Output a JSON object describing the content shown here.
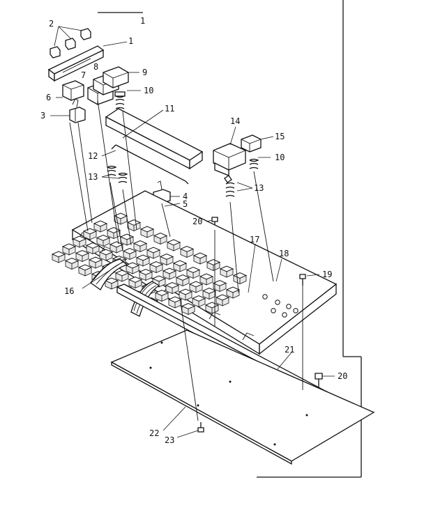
{
  "labels": [
    {
      "id": "1",
      "text": "1"
    },
    {
      "id": "1b",
      "text": "1"
    },
    {
      "id": "2",
      "text": "2"
    },
    {
      "id": "3",
      "text": "3"
    },
    {
      "id": "4",
      "text": "4"
    },
    {
      "id": "5",
      "text": "5"
    },
    {
      "id": "6",
      "text": "6"
    },
    {
      "id": "7",
      "text": "7"
    },
    {
      "id": "8",
      "text": "8"
    },
    {
      "id": "9",
      "text": "9"
    },
    {
      "id": "10",
      "text": "10"
    },
    {
      "id": "10b",
      "text": "10"
    },
    {
      "id": "11",
      "text": "11"
    },
    {
      "id": "12",
      "text": "12"
    },
    {
      "id": "13",
      "text": "13"
    },
    {
      "id": "13b",
      "text": "13"
    },
    {
      "id": "14",
      "text": "14"
    },
    {
      "id": "15",
      "text": "15"
    },
    {
      "id": "16",
      "text": "16"
    },
    {
      "id": "17",
      "text": "17"
    },
    {
      "id": "18",
      "text": "18"
    },
    {
      "id": "19",
      "text": "19"
    },
    {
      "id": "20",
      "text": "20"
    },
    {
      "id": "20b",
      "text": "20"
    },
    {
      "id": "21",
      "text": "21"
    },
    {
      "id": "22",
      "text": "22"
    },
    {
      "id": "23",
      "text": "23"
    }
  ]
}
